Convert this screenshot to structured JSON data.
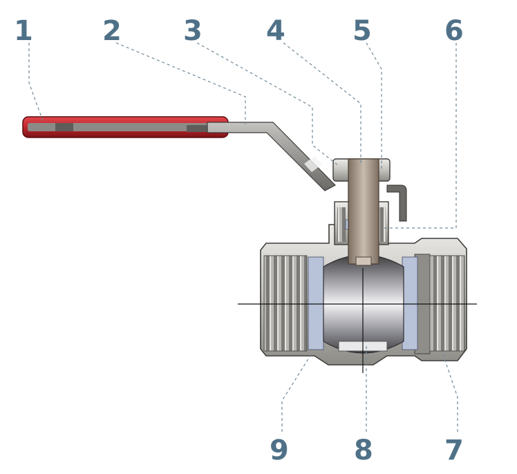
{
  "diagram": {
    "colors": {
      "accent": "#4f7188",
      "leader": "#6f8796",
      "handle_red": "#c0272d",
      "handle_red_dark": "#7a1216",
      "metal_light": "#d7d6d3",
      "metal_mid": "#a9a7a2",
      "metal_dark": "#5a5956",
      "stem_bronze": "#a89a8a",
      "seal_blue": "#b8c2d8",
      "axis_line": "#111111"
    },
    "callouts": [
      {
        "id": "1",
        "label": "1"
      },
      {
        "id": "2",
        "label": "2"
      },
      {
        "id": "3",
        "label": "3"
      },
      {
        "id": "4",
        "label": "4"
      },
      {
        "id": "5",
        "label": "5"
      },
      {
        "id": "6",
        "label": "6"
      },
      {
        "id": "7",
        "label": "7"
      },
      {
        "id": "8",
        "label": "8"
      },
      {
        "id": "9",
        "label": "9"
      }
    ]
  }
}
